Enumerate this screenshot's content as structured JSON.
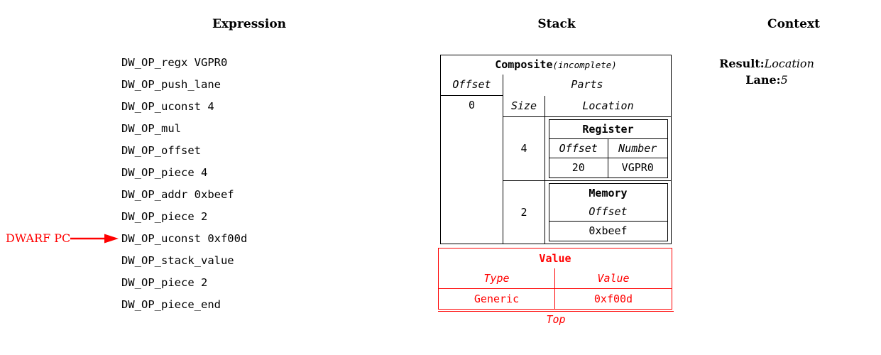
{
  "headers": {
    "expression": "Expression",
    "stack": "Stack",
    "context": "Context"
  },
  "expression": {
    "lines": [
      "DW_OP_regx VGPR0",
      "DW_OP_push_lane",
      "DW_OP_uconst 4",
      "DW_OP_mul",
      "DW_OP_offset",
      "DW_OP_piece 4",
      "DW_OP_addr 0xbeef",
      "DW_OP_piece 2",
      "DW_OP_uconst 0xf00d",
      "DW_OP_stack_value",
      "DW_OP_piece 2",
      "DW_OP_piece_end"
    ]
  },
  "pointer": {
    "label": "DWARF PC",
    "target_line": "DW_OP_stack_value",
    "color": "#ff0000"
  },
  "stack": {
    "composite": {
      "title": "Composite",
      "title_suffix": "(incomplete)",
      "offset_header": "Offset",
      "offset_value": "0",
      "parts_header": "Parts",
      "size_header": "Size",
      "location_header": "Location",
      "parts": [
        {
          "size": "4",
          "location": {
            "kind": "Register",
            "columns": [
              "Offset",
              "Number"
            ],
            "values": [
              "20",
              "VGPR0"
            ]
          }
        },
        {
          "size": "2",
          "location": {
            "kind": "Memory",
            "columns": [
              "Offset"
            ],
            "values": [
              "0xbeef"
            ]
          }
        }
      ]
    },
    "value_box": {
      "title": "Value",
      "columns": [
        "Type",
        "Value"
      ],
      "values": [
        "Generic",
        "0xf00d"
      ],
      "top_label": "Top",
      "color": "#ff0000"
    }
  },
  "context": {
    "entries": [
      {
        "key": "Result:",
        "value": "Location"
      },
      {
        "key": "Lane:",
        "value": "5"
      }
    ]
  }
}
